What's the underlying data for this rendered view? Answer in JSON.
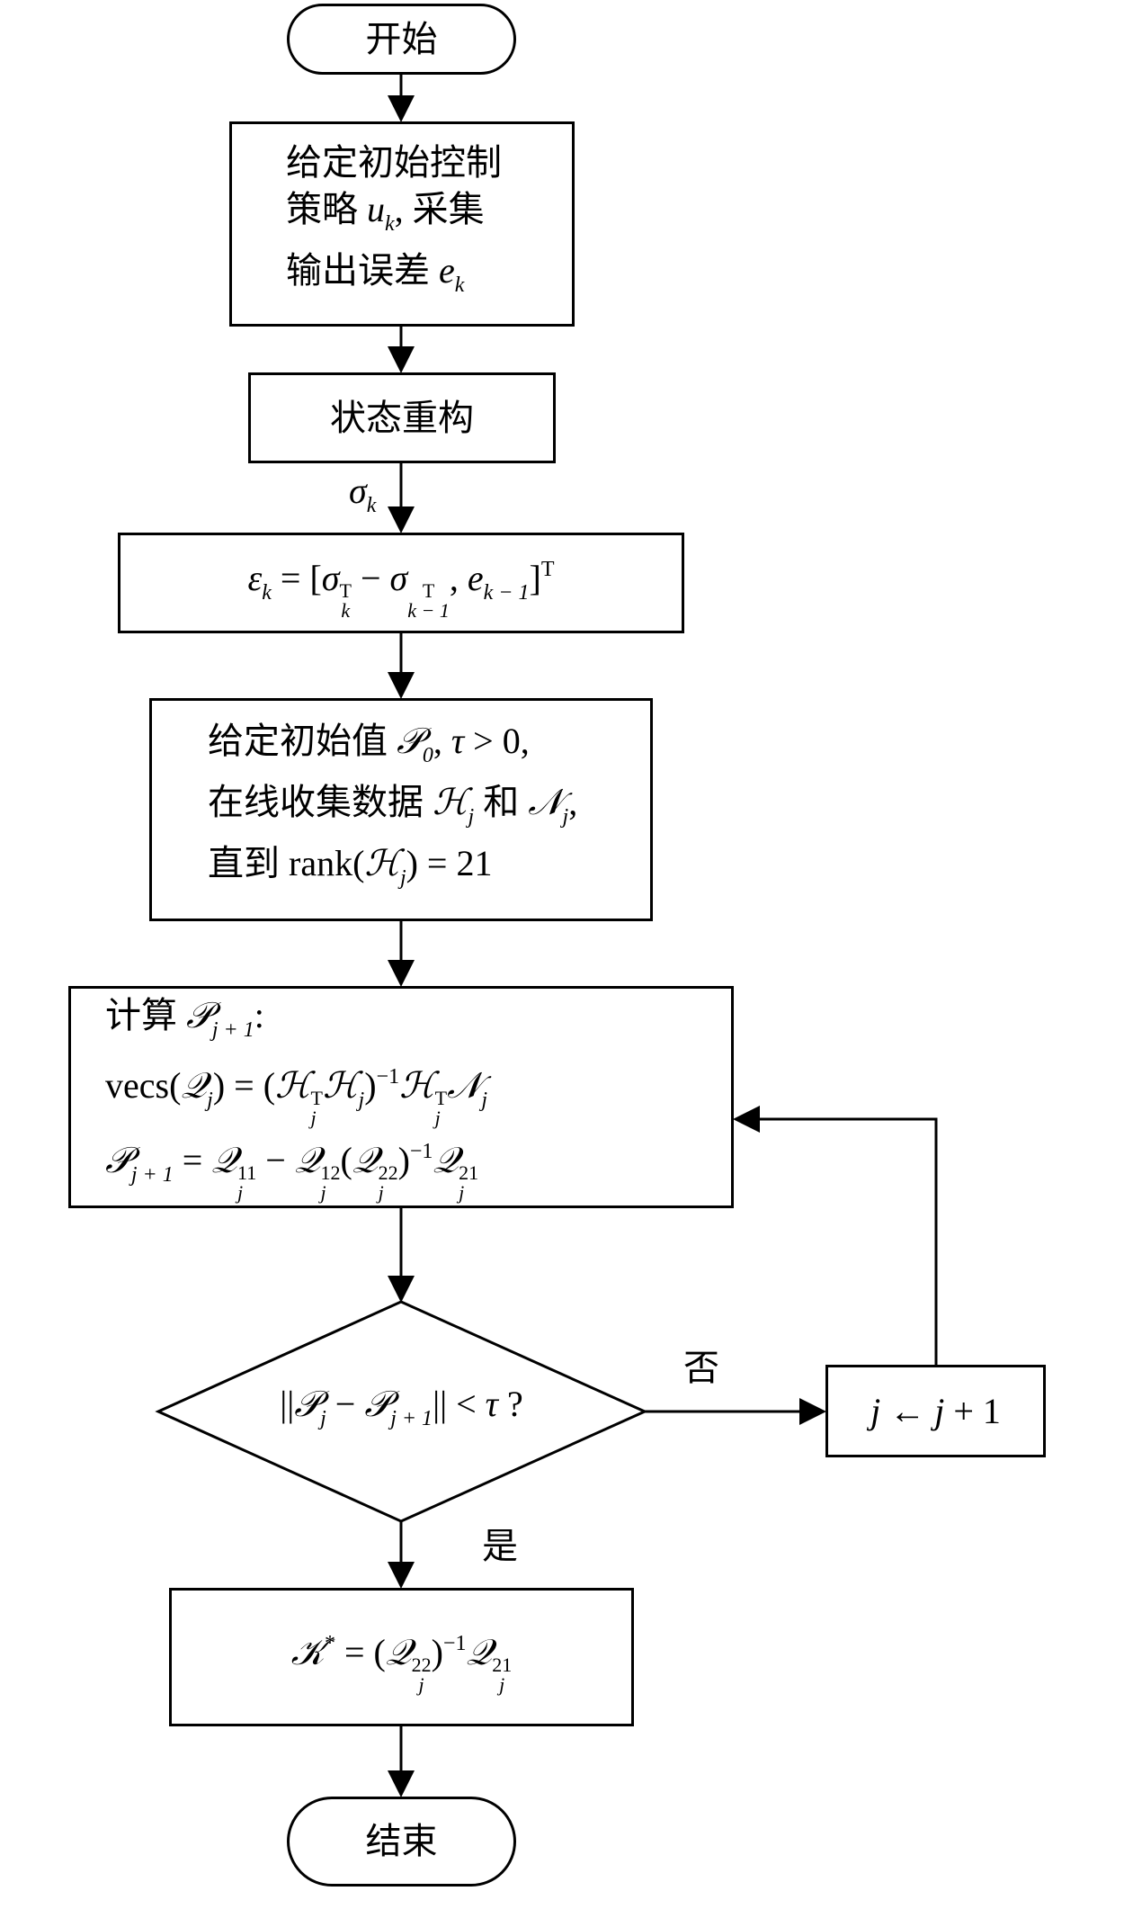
{
  "nodes": {
    "start": {
      "lines": [
        [
          {
            "t": "开始"
          }
        ]
      ]
    },
    "init_policy": {
      "lines": [
        [
          {
            "t": "给定初始控制"
          }
        ],
        [
          {
            "t": "策略 "
          },
          {
            "i": "u"
          },
          {
            "b": "k"
          },
          {
            "t": ", 采集"
          }
        ],
        [
          {
            "t": "输出误差 "
          },
          {
            "i": "e"
          },
          {
            "b": "k"
          }
        ]
      ]
    },
    "state_recon": {
      "lines": [
        [
          {
            "t": "状态重构"
          }
        ]
      ]
    },
    "epsilon": {
      "lines": [
        [
          {
            "i": "ε"
          },
          {
            "b": "k"
          },
          {
            "t": " = ["
          },
          {
            "i": "σ"
          },
          {
            "ss": [
              "T",
              "k"
            ]
          },
          {
            "t": " − "
          },
          {
            "i": "σ"
          },
          {
            "ss": [
              "T",
              "k − 1"
            ]
          },
          {
            "t": ", "
          },
          {
            "i": "e"
          },
          {
            "b": "k − 1"
          },
          {
            "t": "]"
          },
          {
            "p": "T"
          }
        ]
      ]
    },
    "init_value": {
      "lines": [
        [
          {
            "t": "给定初始值 "
          },
          {
            "i": "𝒫"
          },
          {
            "b": "0"
          },
          {
            "t": ", "
          },
          {
            "i": "τ"
          },
          {
            "t": " > 0,"
          }
        ],
        [
          {
            "t": "在线收集数据 "
          },
          {
            "i": "ℋ"
          },
          {
            "b": "j"
          },
          {
            "t": " 和 "
          },
          {
            "i": "𝒩"
          },
          {
            "b": "j"
          },
          {
            "t": ","
          }
        ],
        [
          {
            "t": "直到 rank("
          },
          {
            "i": "ℋ"
          },
          {
            "b": "j"
          },
          {
            "t": ") = 21"
          }
        ]
      ]
    },
    "compute": {
      "lines": [
        [
          {
            "t": "计算 "
          },
          {
            "i": "𝒫"
          },
          {
            "b": "j + 1"
          },
          {
            "t": ":"
          }
        ],
        [
          {
            "t": "    vecs("
          },
          {
            "i": "𝒬"
          },
          {
            "b": "j"
          },
          {
            "t": ") = ("
          },
          {
            "i": "ℋ"
          },
          {
            "ss": [
              "T",
              "j"
            ]
          },
          {
            "i": "ℋ"
          },
          {
            "b": "j"
          },
          {
            "t": ")"
          },
          {
            "p": "−1"
          },
          {
            "i": "ℋ"
          },
          {
            "ss": [
              "T",
              "j"
            ]
          },
          {
            "i": "𝒩"
          },
          {
            "b": "j"
          }
        ],
        [
          {
            "t": "    "
          },
          {
            "i": "𝒫"
          },
          {
            "b": "j + 1"
          },
          {
            "t": " = "
          },
          {
            "i": "𝒬"
          },
          {
            "ss": [
              "11",
              "j"
            ]
          },
          {
            "t": " − "
          },
          {
            "i": "𝒬"
          },
          {
            "ss": [
              "12",
              "j"
            ]
          },
          {
            "t": "("
          },
          {
            "i": "𝒬"
          },
          {
            "ss": [
              "22",
              "j"
            ]
          },
          {
            "t": ")"
          },
          {
            "p": "−1"
          },
          {
            "i": "𝒬"
          },
          {
            "ss": [
              "21",
              "j"
            ]
          }
        ]
      ]
    },
    "decision": {
      "lines": [
        [
          {
            "t": "||"
          },
          {
            "i": "𝒫"
          },
          {
            "b": "j"
          },
          {
            "t": " − "
          },
          {
            "i": "𝒫"
          },
          {
            "b": "j + 1"
          },
          {
            "t": "|| < "
          },
          {
            "i": "τ"
          },
          {
            "t": " ?"
          }
        ]
      ]
    },
    "increment": {
      "lines": [
        [
          {
            "i": "j"
          },
          {
            "t": " ← "
          },
          {
            "i": "j"
          },
          {
            "t": " + 1"
          }
        ]
      ]
    },
    "gain": {
      "lines": [
        [
          {
            "i": "𝒦"
          },
          {
            "p": "*"
          },
          {
            "t": " = ("
          },
          {
            "i": "𝒬"
          },
          {
            "ss": [
              "22",
              "j"
            ]
          },
          {
            "t": ")"
          },
          {
            "p": "−1"
          },
          {
            "i": "𝒬"
          },
          {
            "ss": [
              "21",
              "j"
            ]
          }
        ]
      ]
    },
    "end": {
      "lines": [
        [
          {
            "t": "结束"
          }
        ]
      ]
    }
  },
  "edge_labels": {
    "sigma": [
      {
        "i": "σ"
      },
      {
        "b": "k"
      }
    ],
    "no": "否",
    "yes": "是"
  }
}
